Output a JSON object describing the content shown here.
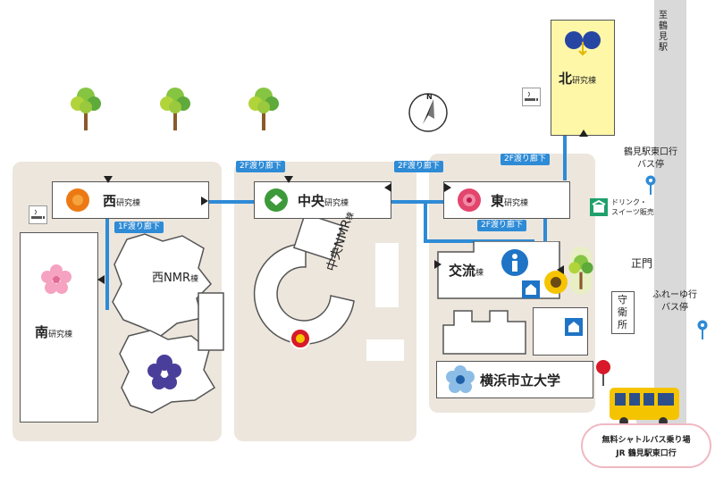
{
  "buildings": {
    "north": {
      "main": "北",
      "sub": "研究棟"
    },
    "west": {
      "main": "西",
      "sub": "研究棟"
    },
    "central": {
      "main": "中央",
      "sub": "研究棟"
    },
    "east": {
      "main": "東",
      "sub": "研究棟"
    },
    "south": {
      "main": "南",
      "sub": "研究棟"
    },
    "west_nmr": {
      "main": "西NMR",
      "sub": "棟"
    },
    "central_nmr": {
      "main": "中央NMR",
      "sub": "棟"
    },
    "exchange": {
      "main": "交流",
      "sub": "棟"
    },
    "university": "横浜市立大学"
  },
  "corridors": {
    "label_2f": "2F渡り廊下",
    "label_1f": "1F渡り廊下"
  },
  "places": {
    "tsurumi_station_direction": "至鶴見駅",
    "bus_stop_tsurumi": "鶴見駅東口行\nバス停",
    "bus_stop_fureyu": "ふれーゆ行\nバス停",
    "main_gate": "正門",
    "guard_house": "守衛所",
    "drinks": "ドリンク・\nスイーツ販売",
    "shuttle_line1": "無料シャトルバス乗り場",
    "shuttle_line2": "JR 鶴見駅東口行"
  },
  "compass": "N",
  "colors": {
    "corridor_blue": "#2e8bd6",
    "north_building": "#fff7a8",
    "ground": "#ede6dd",
    "road": "#d9d9d9",
    "bus_yellow": "#f5c400",
    "pin_red": "#d7192a"
  }
}
